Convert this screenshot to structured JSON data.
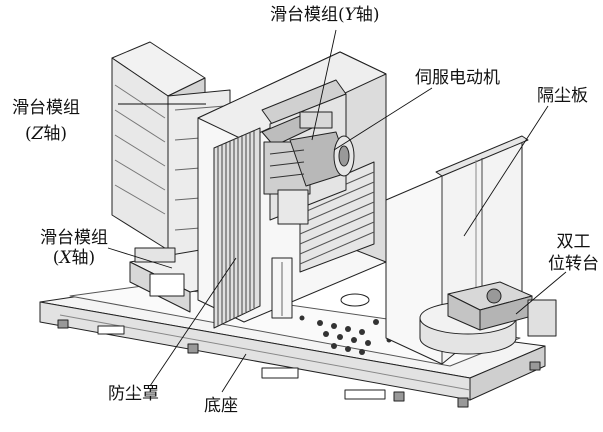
{
  "labels": {
    "slide_y": {
      "prefix": "滑台模组(",
      "axis": "Y",
      "suffix": "轴)"
    },
    "servo_motor": "伺服电动机",
    "dust_plate": "隔尘板",
    "slide_z_line1": "滑台模组",
    "slide_z_line2": {
      "prefix": "(",
      "axis": "Z",
      "suffix": "轴)"
    },
    "slide_x_line1": "滑台模组",
    "slide_x_line2": {
      "prefix": "(",
      "axis": "X",
      "suffix": "轴)"
    },
    "dual_station_line1": "双工",
    "dual_station_line2": "位转台",
    "dust_cover": "防尘罩",
    "base": "底座"
  }
}
